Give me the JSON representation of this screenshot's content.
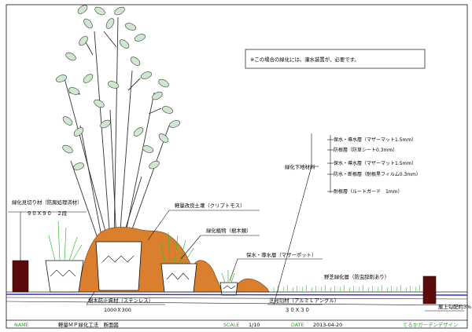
{
  "note": "※この場合の緑化には、灌水装置が、必要です。",
  "labels": {
    "frame_left": "緑化見切り材（防腐処理済材）",
    "frame_left_size": "９０Ｘ９０　２段",
    "soil": "軽量改良土壌（クリプトモス）",
    "plant": "緑化植物（樹木類）",
    "pot": "保水・導水層（マザーポット）",
    "tree_anchor": "樹木防止資材（ステンレス）",
    "tree_anchor_size": "1000Ｘ300",
    "lawn_edge": "芝見切材（アルミＬアングル）",
    "lawn_edge_size": "３０Ｘ３０",
    "turf": "野芝緑化層（防虫辞剤あり）",
    "roof_slope": "屋上勾配約3%",
    "base_title": "緑化下地材料",
    "layers": [
      "保水・導水層（マザーマット1.5mm）",
      "防根層（防草シート0.3mm）",
      "保水・導水層（マザーマット1.5mm）",
      "防水・断根層（耐根黒フィルム0.3mm）",
      "耐根層（ルートガード　1mm）"
    ]
  },
  "title_block": {
    "name_label": "NAME",
    "name_value": "軽量ＭＰ緑化工法　断面図",
    "scale_label": "SCALE",
    "scale_value": "1/10",
    "date_label": "DATE",
    "date_value": "2013-04-20",
    "company": "てるかガーデンデザイン"
  },
  "colors": {
    "mound": "#d97f2e",
    "grass": "#35c035",
    "leaf": "#cfe6cf",
    "blue_line": "#2b2bd6",
    "title_accent": "#22a822",
    "turf_label": "#22b022",
    "post": "#5a0a0a"
  }
}
